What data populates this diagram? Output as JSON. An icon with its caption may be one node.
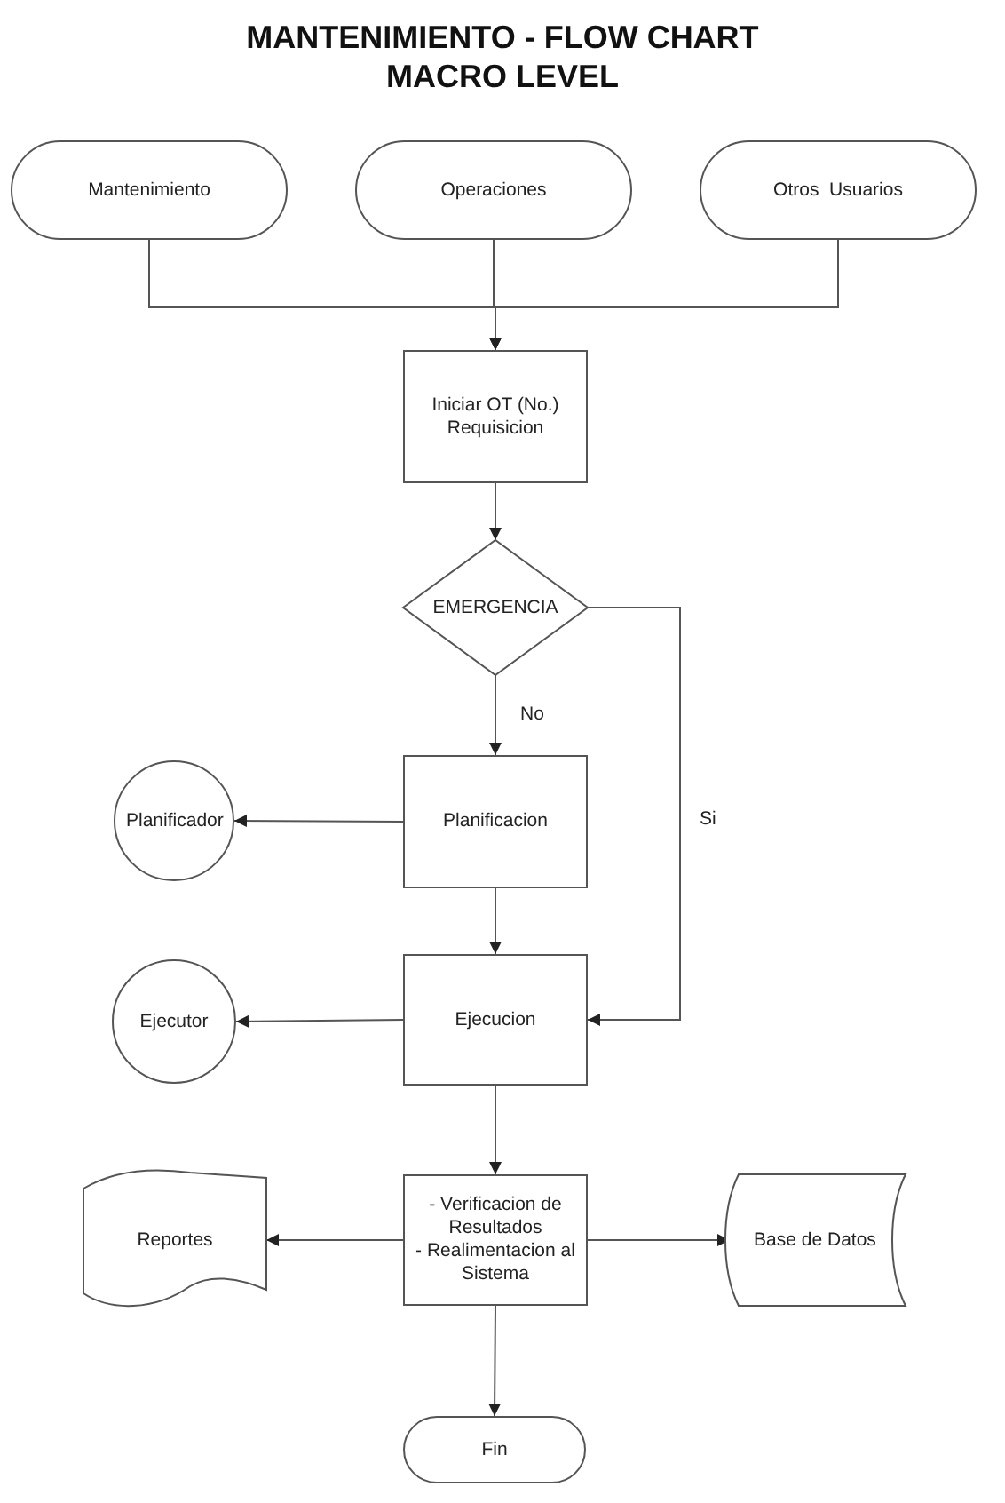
{
  "diagram": {
    "title": "MANTENIMIENTO - FLOW CHART MACRO LEVEL",
    "nodes": [
      {
        "text": [
          "Mantenimiento"
        ]
      },
      {
        "text": [
          "Operaciones"
        ]
      },
      {
        "text": [
          "Otros  Usuarios"
        ]
      },
      {
        "text": [
          "Iniciar OT (No.) Requisicion"
        ]
      },
      {
        "text": [
          "EMERGENCIA"
        ]
      },
      {
        "text": [
          "Planificador"
        ]
      },
      {
        "text": [
          "Planificacion"
        ]
      },
      {
        "text": [
          "Ejecutor"
        ]
      },
      {
        "text": [
          "Ejecucion"
        ]
      },
      {
        "text": [
          "Reportes"
        ]
      },
      {
        "text": [
          "- Verificacion de Resultados",
          "- Realimentacion al Sistema"
        ]
      },
      {
        "text": [
          "Base de Datos"
        ]
      },
      {
        "text": [
          "Fin"
        ]
      }
    ],
    "edges": [
      {
        "from": 0,
        "to": 3,
        "arrow": "to"
      },
      {
        "from": 1,
        "to": 3,
        "arrow": "to"
      },
      {
        "from": 2,
        "to": 3,
        "arrow": "to"
      },
      {
        "from": 3,
        "to": 4,
        "arrow": "to"
      },
      {
        "from": 4,
        "to": 6,
        "arrow": "to",
        "label": "No"
      },
      {
        "from": 4,
        "to": 8,
        "arrow": "to",
        "label": "Si"
      },
      {
        "from": 6,
        "to": 5,
        "arrow": "to"
      },
      {
        "from": 6,
        "to": 8,
        "arrow": "to"
      },
      {
        "from": 8,
        "to": 7,
        "arrow": "to"
      },
      {
        "from": 8,
        "to": 10,
        "arrow": "to"
      },
      {
        "from": 10,
        "to": 9,
        "arrow": "to"
      },
      {
        "from": 10,
        "to": 11,
        "arrow": "to"
      },
      {
        "from": 10,
        "to": 12,
        "arrow": "to"
      }
    ]
  }
}
